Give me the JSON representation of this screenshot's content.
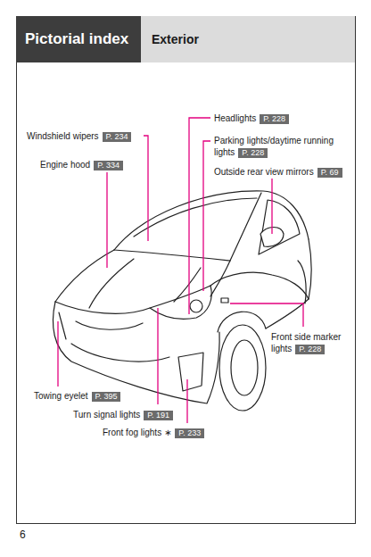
{
  "diagram": {
    "nodes": [
      {
        "text": [
          "Pictorial index"
        ]
      },
      {
        "text": [
          "Exterior"
        ]
      },
      {
        "text": [
          "Windshield wipers",
          "P. 234"
        ]
      },
      {
        "text": [
          "Engine hood",
          "P. 334"
        ]
      },
      {
        "text": [
          "Headlights",
          "P. 228"
        ]
      },
      {
        "text": [
          "Parking lights/daytime running lights",
          "P. 228"
        ]
      },
      {
        "text": [
          "Outside rear view mirrors",
          "P. 69"
        ]
      },
      {
        "text": [
          "Front side marker lights",
          "P. 228"
        ]
      },
      {
        "text": [
          "Towing eyelet",
          "P. 395"
        ]
      },
      {
        "text": [
          "Turn signal lights",
          "P. 191"
        ]
      },
      {
        "text": [
          "Front fog lights ∗",
          "P. 233"
        ]
      }
    ],
    "edges": [],
    "labels": [
      "6"
    ]
  }
}
